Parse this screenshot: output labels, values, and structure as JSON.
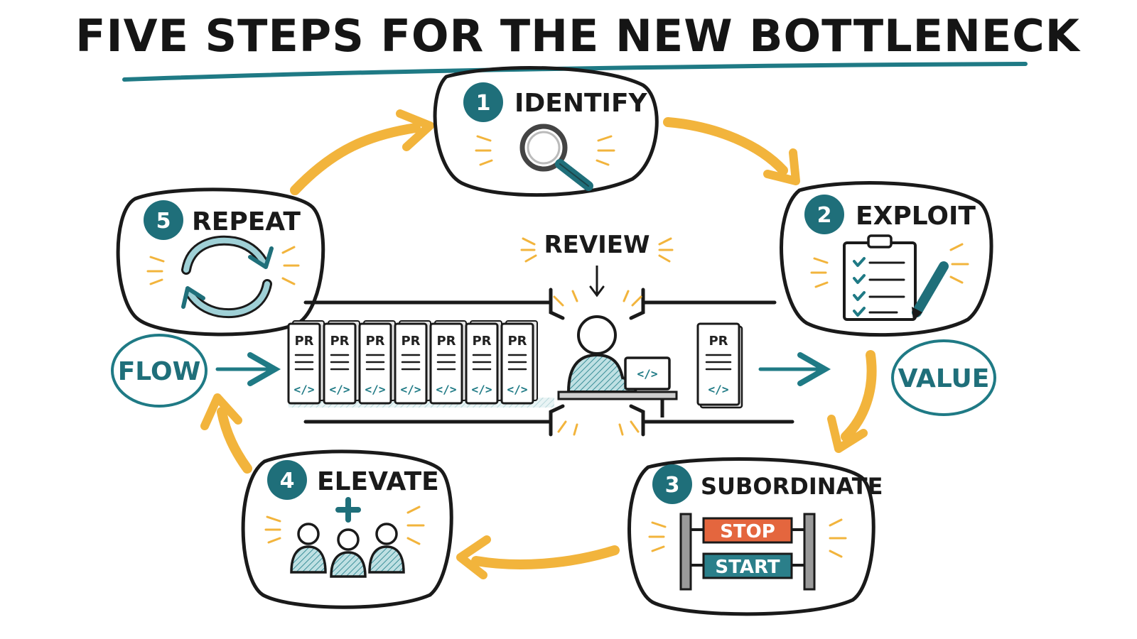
{
  "title": "FIVE STEPS FOR THE NEW BOTTLENECK",
  "steps": [
    {
      "number": "1",
      "label": "IDENTIFY",
      "icon": "magnifier-icon"
    },
    {
      "number": "2",
      "label": "EXPLOIT",
      "icon": "clipboard-checklist-icon"
    },
    {
      "number": "3",
      "label": "SUBORDINATE",
      "icon": "stop-start-sign-icon"
    },
    {
      "number": "4",
      "label": "ELEVATE",
      "icon": "add-people-icon"
    },
    {
      "number": "5",
      "label": "REPEAT",
      "icon": "cycle-arrows-icon"
    }
  ],
  "center": {
    "review_label": "REVIEW",
    "pr_label": "PR",
    "code_symbol": "</>",
    "queue_count": 7
  },
  "flow_label": "FLOW",
  "value_label": "VALUE",
  "sign": {
    "stop": "STOP",
    "start": "START"
  },
  "colors": {
    "teal": "#1f6f7a",
    "orange": "#f2b43c",
    "stop_red": "#e4663e",
    "start_teal": "#2b7f8a",
    "ink": "#1a1a1a"
  }
}
